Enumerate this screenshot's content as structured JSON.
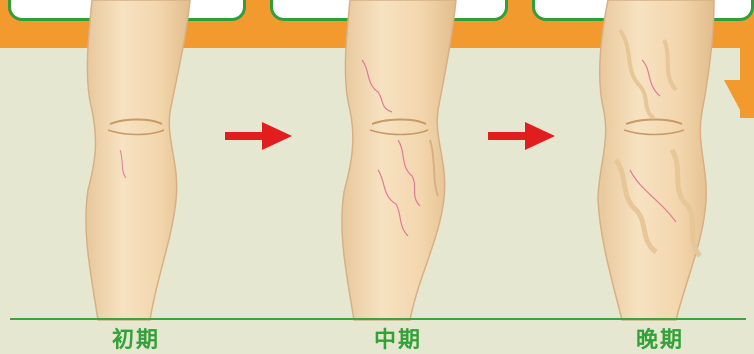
{
  "stages": [
    {
      "label": "初期"
    },
    {
      "label": "中期"
    },
    {
      "label": "晚期"
    }
  ],
  "colors": {
    "background": "#e6e7d1",
    "accent_orange": "#f39a2e",
    "green": "#32a136",
    "skin": "#f3d9b2",
    "vein": "#e07a9a",
    "arrow": "#e11d1d"
  },
  "icons": {
    "arrow": "right-arrow-icon"
  }
}
